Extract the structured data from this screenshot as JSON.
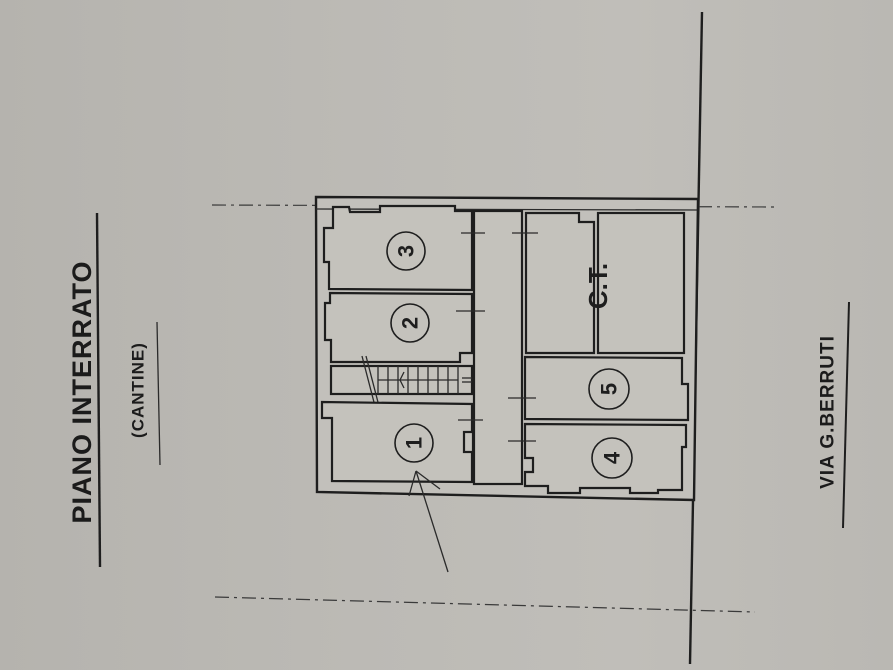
{
  "drawing": {
    "title": "PIANO INTERRATO",
    "subtitle": "(CANTINE)",
    "street": "VIA G.BERRUTI",
    "orientation": "rotated 90° counter-clockwise"
  },
  "rooms": [
    {
      "id": "1",
      "label": "1",
      "type": "cantina"
    },
    {
      "id": "2",
      "label": "2",
      "type": "cantina"
    },
    {
      "id": "3",
      "label": "3",
      "type": "cantina"
    },
    {
      "id": "4",
      "label": "4",
      "type": "cantina"
    },
    {
      "id": "5",
      "label": "5",
      "type": "cantina"
    },
    {
      "id": "ct",
      "label": "C.T.",
      "type": "centrale termica"
    }
  ],
  "colors": {
    "paper": "#bcbab5",
    "ink": "#1e1e1e"
  }
}
